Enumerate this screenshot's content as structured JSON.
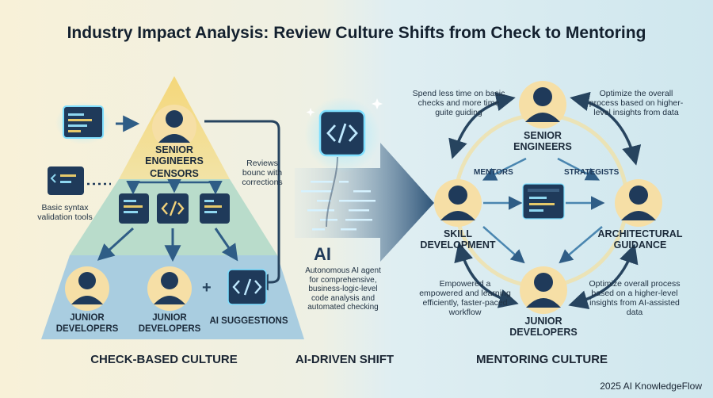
{
  "title": "Industry Impact Analysis: Review Culture Shifts from Check to Mentoring",
  "left": {
    "senior": "SENIOR ENGINEERS",
    "censors": "CENSORS",
    "reviews": "Reviews bounc with corrections",
    "syntax_tools": "Basic syntax validation tools",
    "junior1": "JUNIOR DEVELOPERS",
    "junior2": "JUNIOR DEVELOPERS",
    "plus": "+",
    "ai_suggestions": "AI SUGGESTIONS",
    "culture": "CHECK-BASED CULTURE"
  },
  "middle": {
    "ai": "AI",
    "ai_desc": "Autonomous AI agent for comprehensive, business-logic-level code analysis and automated checking",
    "shift": "AI-DRIVEN SHIFT"
  },
  "right": {
    "spend_less": "Spend less time on basic checks and more time guite guiding",
    "optimize_top": "Optimize the overall process based on higher-level insights from data",
    "senior": "SENIOR ENGINEERS",
    "mentors": "MENTORS",
    "strategists": "STRATEGISTS",
    "skill": "SKILL DEVELOPMENT",
    "arch": "ARCHITECTURAL GUIDANCE",
    "empowered": "Empowered a empowered and learning efficiently, faster-paced workflow",
    "optimize_bottom": "Optimize overall process based on a higher-level insights from AI-assisted data",
    "junior": "JUNIOR DEVELOPERS",
    "culture": "MENTORING CULTURE"
  },
  "credit": "2025 AI KnowledgeFlow",
  "colors": {
    "navy": "#1f3a5a",
    "skin": "#f6dfa6",
    "glow": "#7fdfff",
    "arrow": "#3e6f9a"
  }
}
